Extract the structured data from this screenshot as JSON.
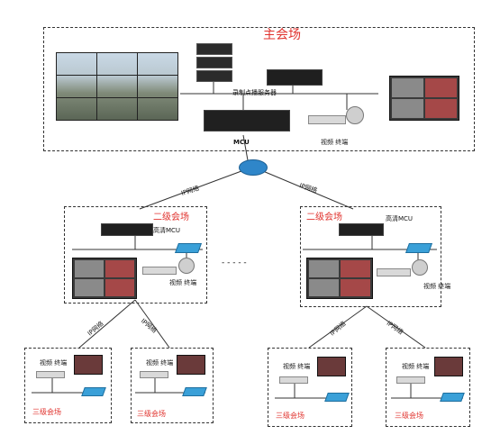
{
  "main": {
    "title": "主会场",
    "server_label": "录制点播服务器",
    "mcu_label": "MCU",
    "terminal_label": "视频 终端"
  },
  "network": {
    "ip_label": "IP网络"
  },
  "level2": {
    "title": "二级会场",
    "mcu_label": "高清MCU",
    "terminal_label": "视频 终端"
  },
  "level3": {
    "title": "三级会场",
    "terminal_label": "视频 终端"
  },
  "ellipsis": "- - - - -",
  "colors": {
    "accent_red": "#e0322d",
    "switch_blue": "#3aa0d8",
    "router_blue": "#2f86c9"
  }
}
